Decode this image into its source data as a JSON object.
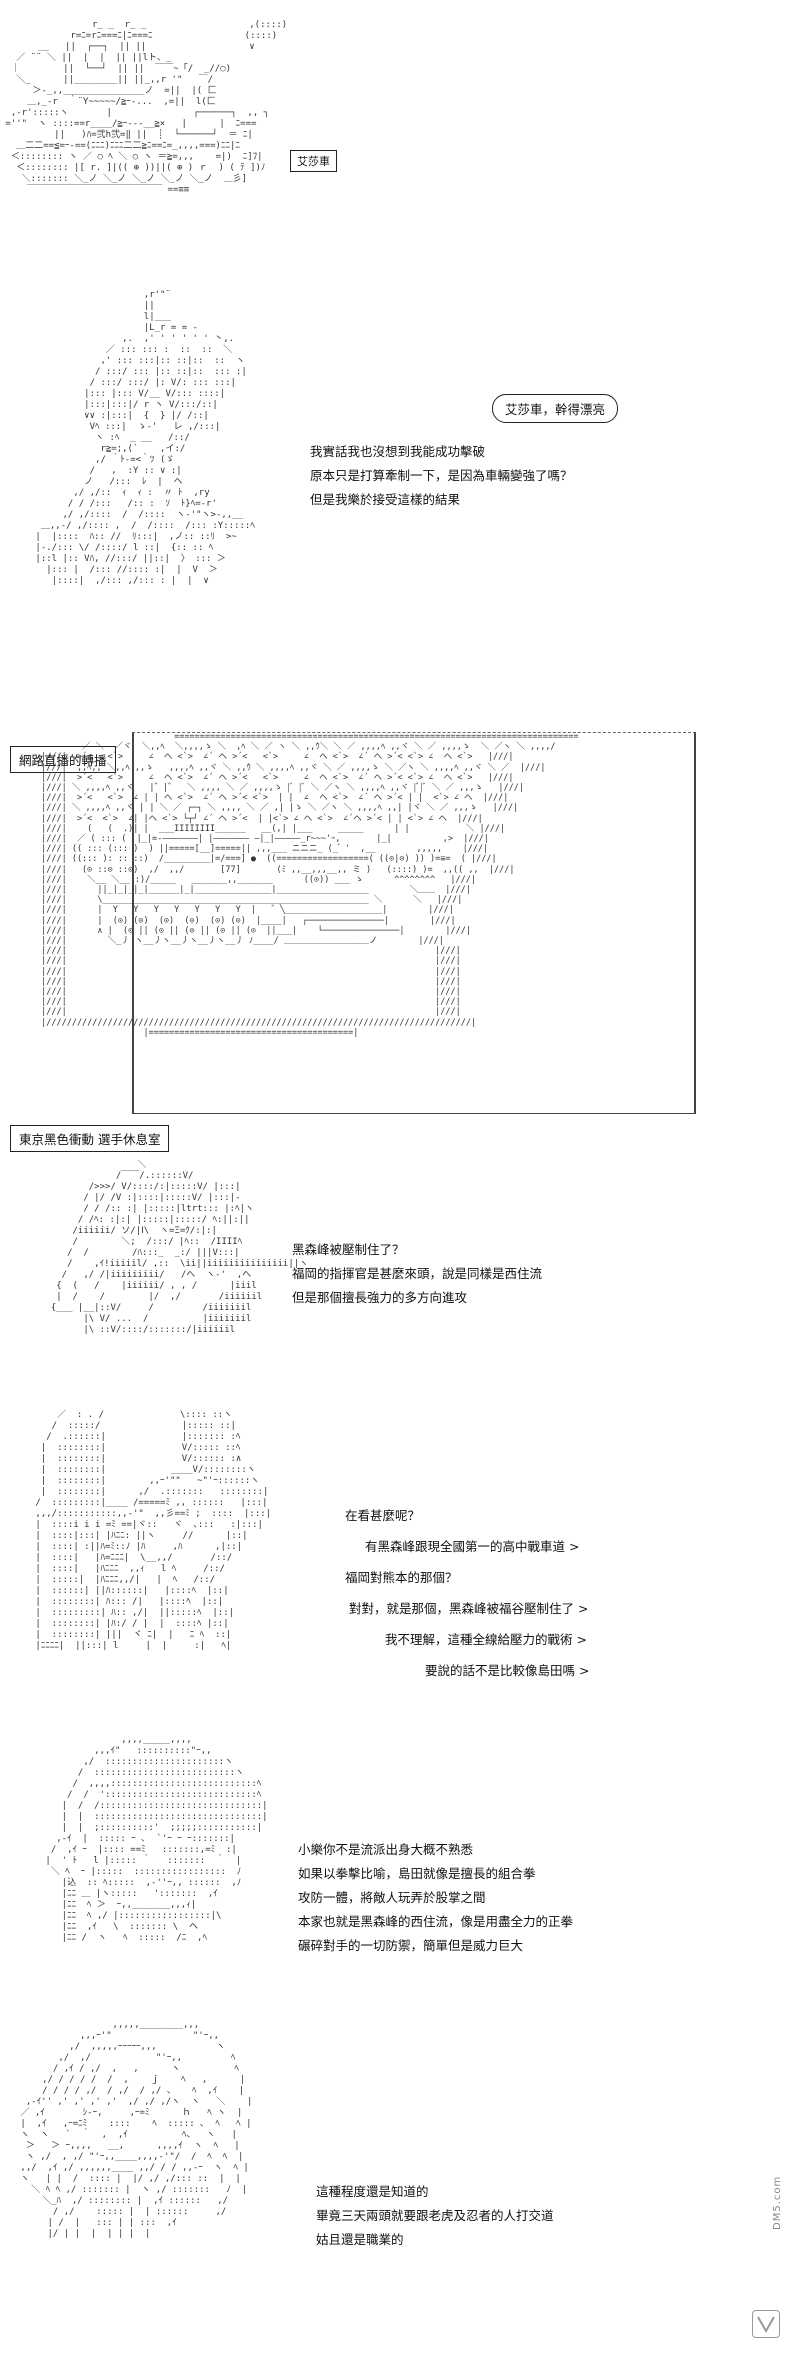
{
  "scene1": {
    "tank_tag": "艾莎車"
  },
  "scene2": {
    "bubble": "艾莎車，幹得漂亮",
    "lines": [
      "我實話我也沒想到我能成功擊破",
      "原本只是打算牽制一下，是因為車輛變強了嗎？",
      "但是我樂於接受這樣的結果"
    ]
  },
  "scene3": {
    "label": "網路直播的轉播"
  },
  "scene4": {
    "label": "東京黑色衝動 選手休息室",
    "lines": [
      "黑森峰被壓制住了？",
      "福岡的指揮官是甚麼來頭，說是同樣是西住流",
      "但是那個擅長強力的多方向進攻"
    ]
  },
  "scene5": {
    "lines": [
      "在看甚麼呢？",
      "有黑森峰跟現全國第一的高中戰車道 >",
      "福岡對熊本的那個？",
      "對對，就是那個，黑森峰被福谷壓制住了 >",
      "我不理解，這種全線給壓力的戰術 >",
      "要說的話不是比較像島田嗎 >"
    ]
  },
  "scene6": {
    "lines": [
      "小樂你不是流派出身大概不熟悉",
      "如果以拳擊比喻，島田就像是擅長的組合拳",
      "攻防一體，將敵人玩弄於股掌之間",
      "本家也就是黑森峰的西住流，像是用盡全力的正拳",
      "碾碎對手的一切防禦，簡單但是威力巨大"
    ]
  },
  "scene7": {
    "lines": [
      "這種程度還是知道的",
      "畢竟三天兩頭就要跟老虎及忍者的人打交道",
      "姑且還是職業的"
    ]
  },
  "watermark": "DM5.com"
}
